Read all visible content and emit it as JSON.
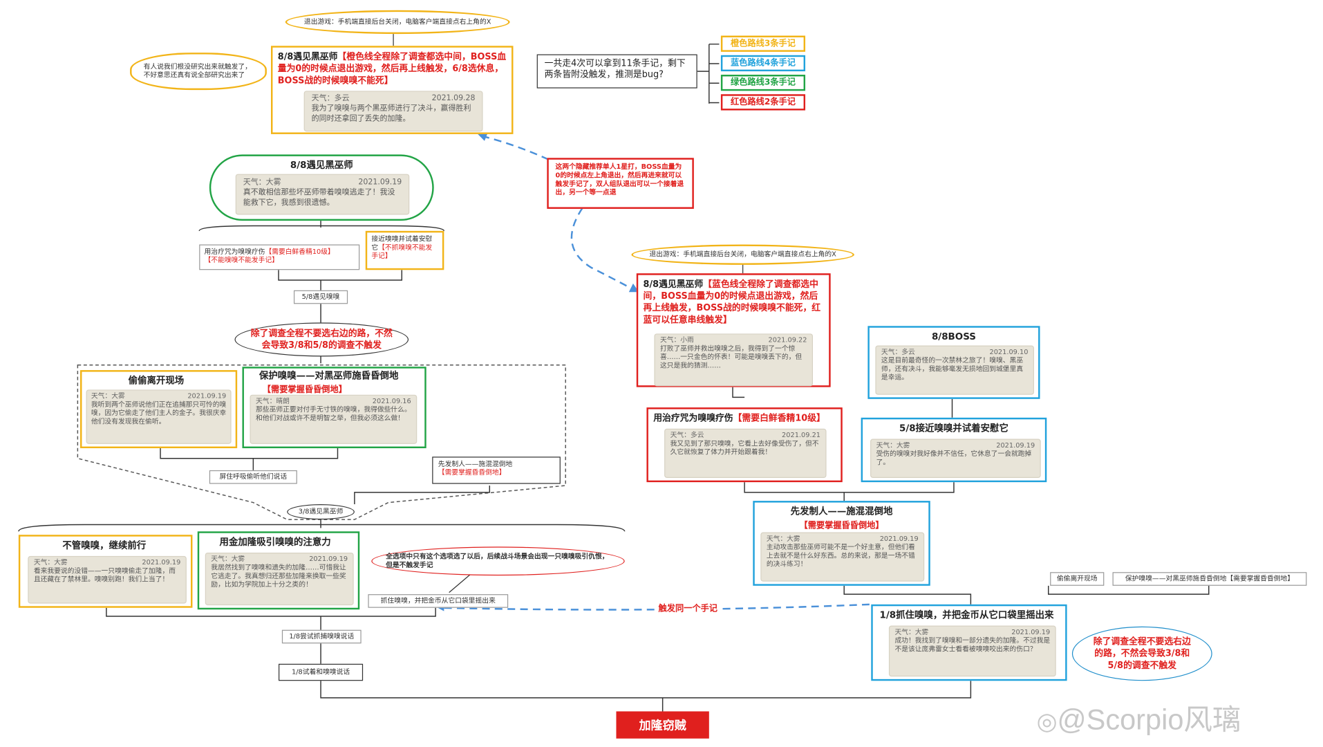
{
  "exit_top": "退出游戏：手机端直接后台关闭，电脑客户端直接点右上角的X",
  "top_main": {
    "title": "8/8遇见黑巫师",
    "red": "【橙色线全程除了调查都选中间，BOSS血量为0的时候点退出游戏，然后再上线触发，6/8选休息，BOSS战的时候嗅嗅不能死】",
    "note_weather": "天气：多云",
    "note_date": "2021.09.28",
    "note_body": "我为了嗅嗅与两个黑巫师进行了决斗，赢得胜利的同时还拿回了丢失的加隆。"
  },
  "left_bubble": "有人说我们根没研究出来就触发了，不好意思还真有说全部研究出来了",
  "summary": "一共走4次可以拿到11条手记，剩下两条皆附没触发，推测是bug?",
  "legend": [
    {
      "label": "橙色路线3条手记",
      "color": "#f2b418"
    },
    {
      "label": "蓝色路线4条手记",
      "color": "#21a2dc"
    },
    {
      "label": "绿色路线3条手记",
      "color": "#22a446"
    },
    {
      "label": "红色路线2条手记",
      "color": "#e0201e"
    }
  ],
  "meet_68": {
    "title": "8/8遇见黑巫师",
    "note_weather": "天气：大雾",
    "note_date": "2021.09.19",
    "note_body": "真不敢相信那些坏巫师带着嗅嗅逃走了！我没能救下它，我感到很遗憾。"
  },
  "red_note": "这两个隐藏推荐单人1星打，BOSS血量为0的时候点左上角退出，然后再进来就可以触发手记了，双人组队退出可以一个接着退出，另一个等一点退",
  "treat_gray": {
    "black": "用治疗咒为嗅嗅疗伤",
    "red1": "【需要白鲜香精10级】",
    "red2": "【不能嗅嗅不能发手记】"
  },
  "approach_small": {
    "black": "接近嗅嗅并试着安慰它",
    "red": "【不抓嗅嗅不能发手记】"
  },
  "label_58": "5/8遇见嗅嗅",
  "mid_bubble": "除了调查全程不要选右边的路，不然会导致3/8和5/8的调查不触发",
  "sneak": {
    "title": "偷偷离开现场",
    "note_weather": "天气：大雾",
    "note_date": "2021.09.19",
    "note_body": "我听到两个巫师说他们正在追捕那只可怜的嗅嗅，因为它偷走了他们主人的金子。我很庆幸他们没有发现我在偷听。"
  },
  "protect": {
    "title": "保护嗅嗅——对黑巫师施昏昏倒地",
    "red": "【需要掌握昏昏倒地】",
    "note_weather": "天气：晴朗",
    "note_date": "2021.09.16",
    "note_body": "那些巫师正要对付手无寸铁的嗅嗅，我得做些什么。和他们对战或许不是明智之举，但我必须这么做！"
  },
  "hide_label": "屏住呼吸偷听他们说话",
  "strike_first_small": {
    "black": "先发制人——施混混倒地",
    "red": "【需要掌握昏昏倒地】"
  },
  "label_38": "3/8遇见黑巫师",
  "ignore": {
    "title": "不管嗅嗅，继续前行",
    "note_weather": "天气：大雾",
    "note_date": "2021.09.19",
    "note_body": "看来我要说的没错——一只嗅嗅偷走了加隆，而且还藏在了禁林里。嗅嗅别跑！我们上当了！"
  },
  "gold": {
    "title": "用金加隆吸引嗅嗅的注意力",
    "note_weather": "天气：大雾",
    "note_date": "2021.09.19",
    "note_body": "我居然找到了嗅嗅和遗失的加隆……可惜我让它逃走了。我真想归还那些加隆来换取一些奖励，比如为学院加上十分之类的！"
  },
  "red_bubble": "全选项中只有这个选项选了以后，后续战斗场景会出现一只嗅嗅吸引仇恨，但是不触发手记",
  "catch_small": "抓住嗅嗅，并把金币从它口袋里摇出来",
  "try_catch": "1/8尝试抓捕嗅嗅说话",
  "label_18": "1/8试着和嗅嗅说话",
  "final": "加隆窃贼",
  "exit_mid": "退出游戏：手机端直接后台关闭，电脑客户端直接点右上角的X",
  "blue_main": {
    "title": "8/8遇见黑巫师",
    "red": "【蓝色线全程除了调查都选中间，BOSS血量为0的时候点退出游戏，然后再上线触发，BOSS战的时候嗅嗅不能死，红蓝可以任意串线触发】",
    "note_weather": "天气：小雨",
    "note_date": "2021.09.22",
    "note_body": "打败了巫师并救出嗅嗅之后，我得到了一个惊喜……一只金色的怀表！可能是嗅嗅丢下的，但这只是我的猜测……"
  },
  "boss": {
    "title": "8/8BOSS",
    "note_weather": "天气：多云",
    "note_date": "2021.09.10",
    "note_body": "这是目前最奇怪的一次禁林之旅了！嗅嗅、黑巫师，还有决斗，我能够毫发无损地回到城堡里真是幸运。"
  },
  "treat_red": {
    "black": "用治疗咒为嗅嗅疗伤",
    "red": "【需要白鲜香精10级】",
    "note_weather": "天气：多云",
    "note_date": "2021.09.21",
    "note_body": "我又见到了那只嗅嗅，它看上去好像受伤了，但不久它就恢复了体力并开始跟着我！"
  },
  "approach_blue": {
    "title": "5/8接近嗅嗅并试着安慰它",
    "note_weather": "天气：大雾",
    "note_date": "2021.09.19",
    "note_body": "受伤的嗅嗅对我好像并不信任，它休息了一会就跑掉了。"
  },
  "strike_blue": {
    "title": "先发制人——施混混倒地",
    "red": "【需要掌握昏昏倒地】",
    "note_weather": "天气：大雾",
    "note_date": "2021.09.19",
    "note_body": "主动攻击那些巫师可能不是一个好主意，但他们看上去就不是什么好东西。总的来说，那是一场不错的决斗练习！"
  },
  "right_sneak": "偷偷离开现场",
  "right_protect": "保护嗅嗅——对黑巫师施昏昏倒地【需要掌握昏昏倒地】",
  "same_note": "触发同一个手记",
  "catch_blue": {
    "title": "1/8抓住嗅嗅，并把金币从它口袋里摇出来",
    "note_weather": "天气：大雾",
    "note_date": "2021.09.19",
    "note_body": "成功！我找到了嗅嗅和一部分遗失的加隆。不过我是不是该让庞弗雷女士看看被嗅嗅咬出来的伤口？"
  },
  "right_bubble": "除了调查全程不要选右边的路，不然会导致3/8和5/8的调查不触发",
  "watermark": "@Scorpio风璃"
}
